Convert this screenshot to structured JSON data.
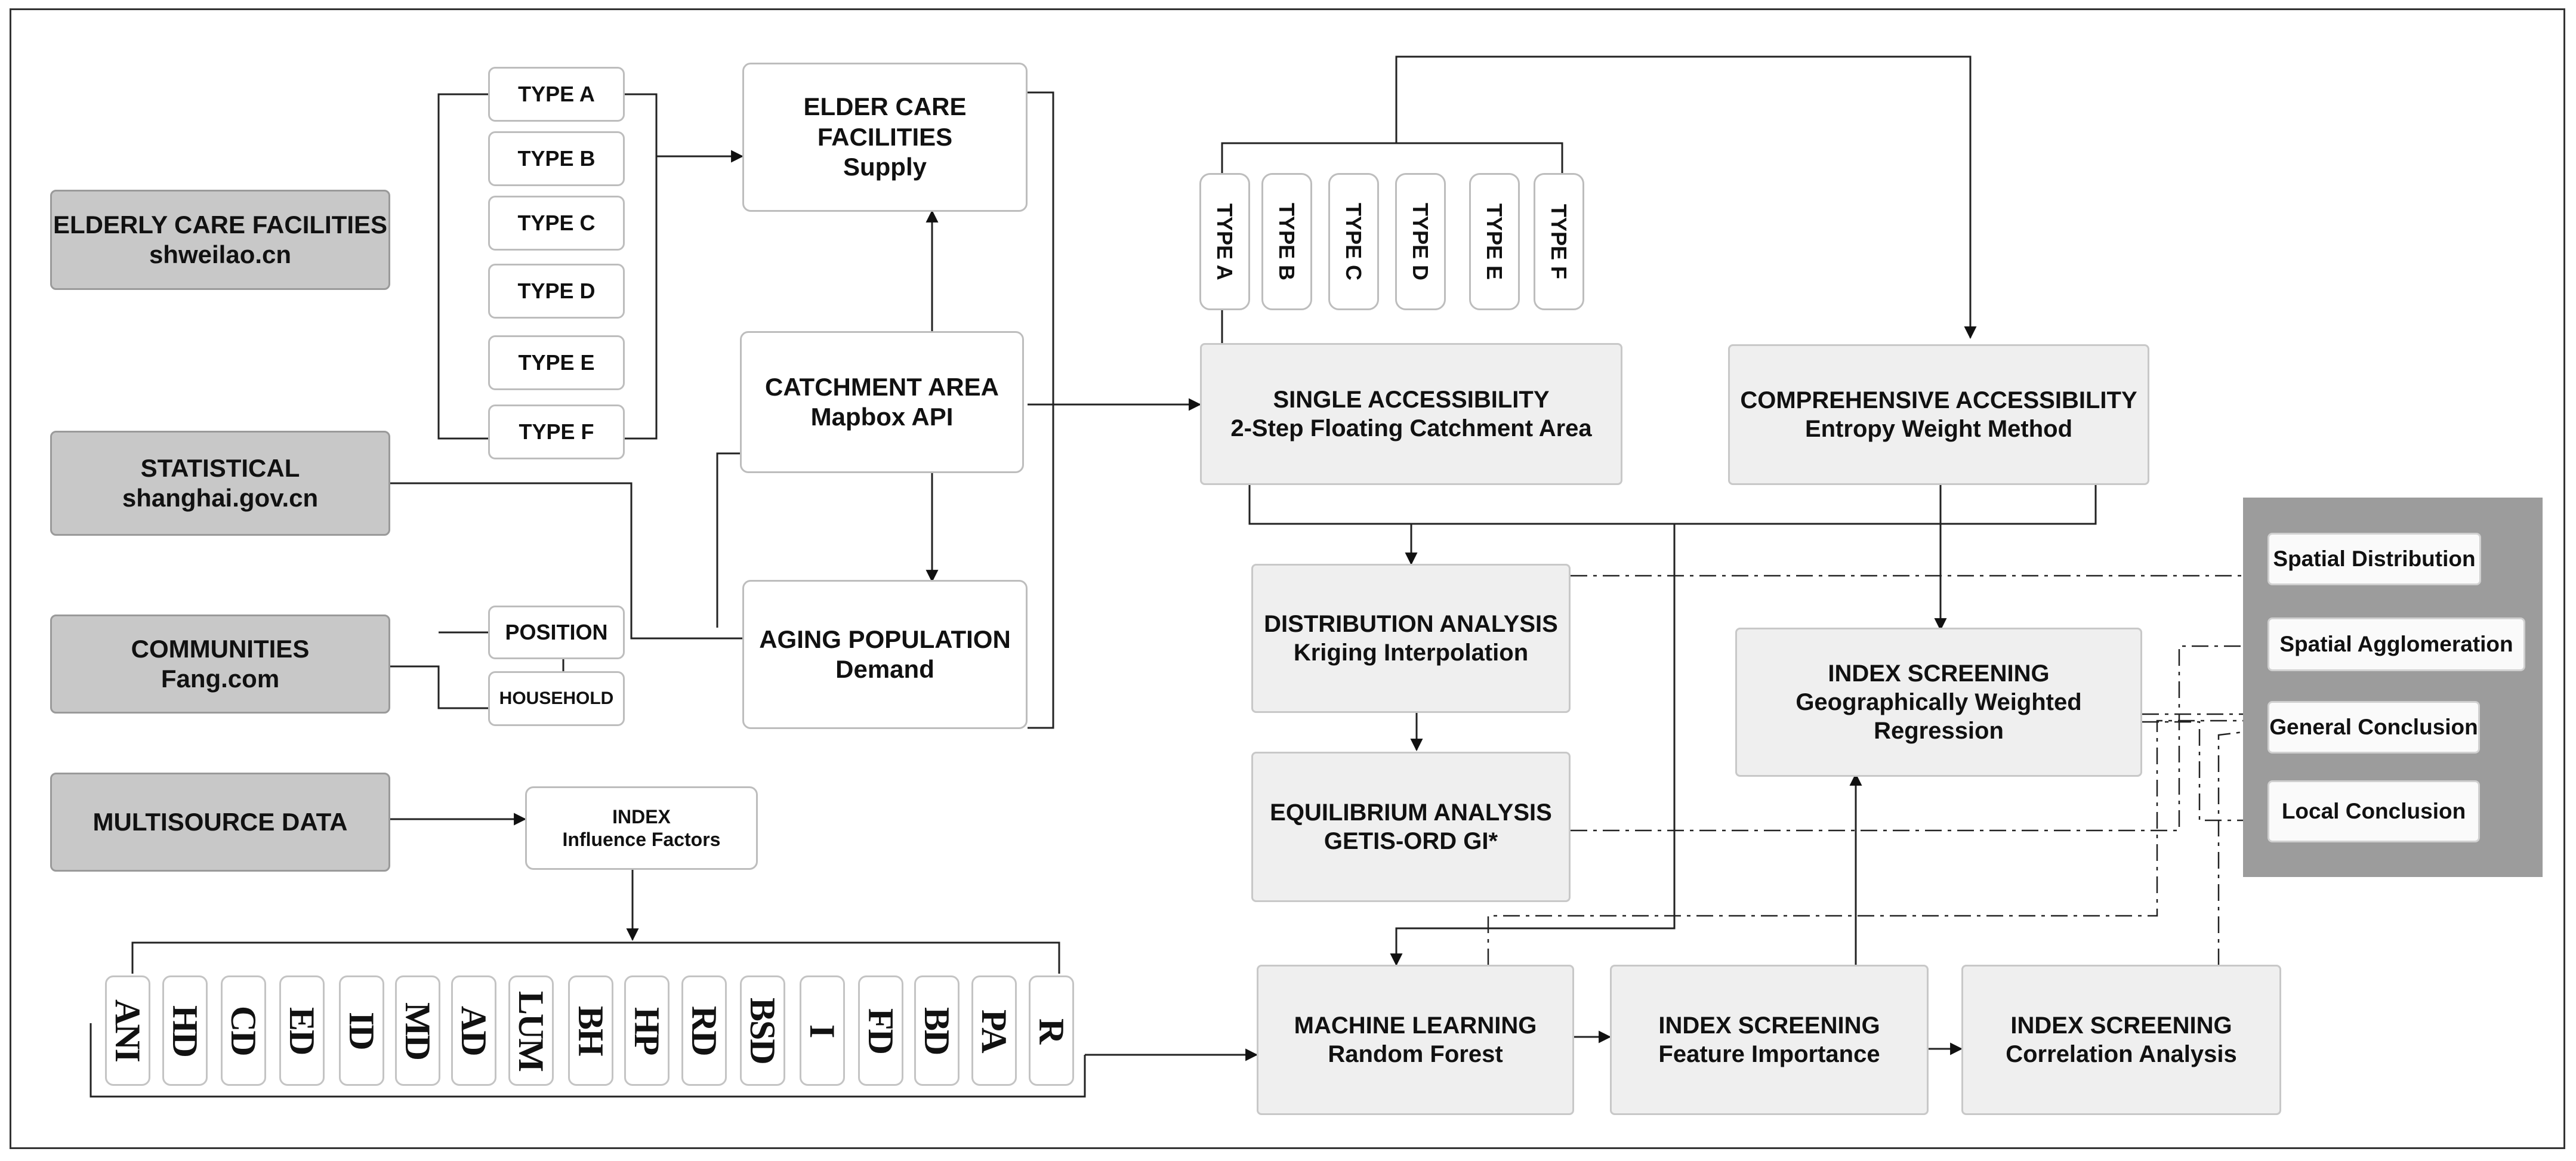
{
  "sources": {
    "elderly_care": {
      "title": "ELDERLY CARE FACILITIES",
      "subtitle": "shweilao.cn"
    },
    "statistical": {
      "title": "STATISTICAL",
      "subtitle": "shanghai.gov.cn"
    },
    "communities": {
      "title": "COMMUNITIES",
      "subtitle": "Fang.com"
    },
    "multisource": {
      "title": "MULTISOURCE DATA"
    }
  },
  "facility_types": [
    "TYPE A",
    "TYPE B",
    "TYPE C",
    "TYPE D",
    "TYPE E",
    "TYPE F"
  ],
  "community_attrs": {
    "position": "POSITION",
    "household": "HOUSEHOLD"
  },
  "supply": {
    "title": "ELDER CARE FACILITIES",
    "subtitle": "Supply"
  },
  "catchment": {
    "title": "CATCHMENT AREA",
    "subtitle": "Mapbox API"
  },
  "demand": {
    "title": "AGING POPULATION",
    "subtitle": "Demand"
  },
  "index_box": {
    "title": "INDEX",
    "subtitle": "Influence Factors"
  },
  "factors": [
    "ANI",
    "HD",
    "CD",
    "ED",
    "ID",
    "MD",
    "AD",
    "LUM",
    "BH",
    "HP",
    "RD",
    "BSD",
    "I",
    "FD",
    "BD",
    "PA",
    "R"
  ],
  "single_access": {
    "title": "SINGLE ACCESSIBILITY",
    "subtitle": "2-Step Floating Catchment Area"
  },
  "comprehensive_access": {
    "title": "COMPREHENSIVE ACCESSIBILITY",
    "subtitle": "Entropy Weight Method"
  },
  "distribution": {
    "title": "DISTRIBUTION ANALYSIS",
    "subtitle": "Kriging Interpolation"
  },
  "equilibrium": {
    "title": "EQUILIBRIUM ANALYSIS",
    "subtitle": "GETIS-ORD GI*"
  },
  "gwr": {
    "title": "INDEX SCREENING",
    "subtitle": "Geographically Weighted Regression"
  },
  "ml": {
    "title": "MACHINE LEARNING",
    "subtitle": "Random Forest"
  },
  "feature_importance": {
    "title": "INDEX SCREENING",
    "subtitle": "Feature Importance"
  },
  "correlation": {
    "title": "INDEX SCREENING",
    "subtitle": "Correlation Analysis"
  },
  "outputs": [
    "Spatial Distribution",
    "Spatial Agglomeration",
    "General Conclusion",
    "Local Conclusion"
  ]
}
